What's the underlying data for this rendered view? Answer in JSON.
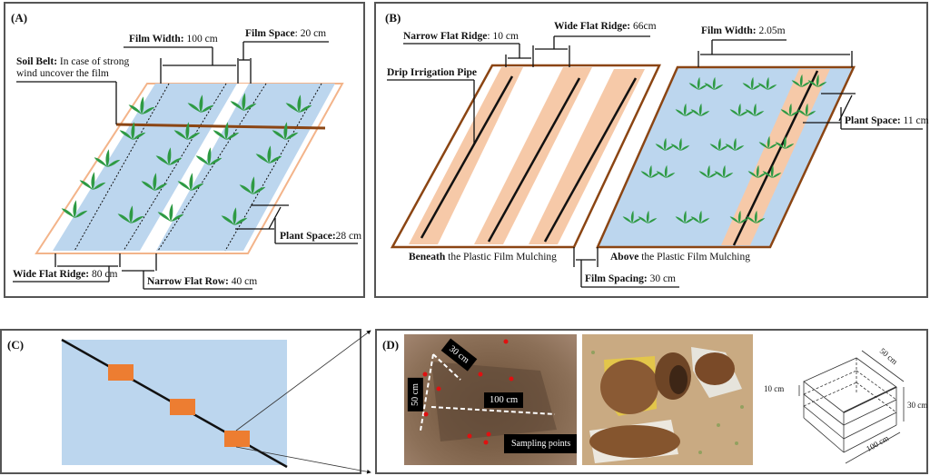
{
  "figure": {
    "panels": {
      "A": {
        "label": "(A)",
        "annotations": {
          "film_width": {
            "key": "Film Width:",
            "value": " 100 cm"
          },
          "film_space": {
            "key": "Film Space",
            "value": ": 20 cm"
          },
          "soil_belt": {
            "key": "Soil Belt:",
            "value": " In case of strong",
            "line2": "wind uncover the film"
          },
          "plant_space": {
            "key": "Plant Space:",
            "value": "28 cm"
          },
          "wide_flat_ridge": {
            "key": "Wide Flat Ridge:",
            "value": " 80 cm"
          },
          "narrow_flat_row": {
            "key": "Narrow Flat Row:",
            "value": " 40 cm"
          }
        }
      },
      "B": {
        "label": "(B)",
        "annotations": {
          "narrow_flat_ridge": {
            "key": "Narrow Flat Ridge",
            "value": ": 10 cm"
          },
          "wide_flat_ridge": {
            "key": "Wide Flat Ridge:",
            "value": " 66cm"
          },
          "drip_pipe": {
            "key": "Drip Irrigation Pipe",
            "value": ""
          },
          "film_width": {
            "key": "Film Width:",
            "value": " 2.05m"
          },
          "plant_space": {
            "key": "Plant Space:",
            "value": " 11 cm"
          },
          "beneath": {
            "key": "Beneath",
            "value": " the Plastic Film Mulching"
          },
          "above": {
            "key": "Above",
            "value": " the Plastic Film Mulching"
          },
          "film_spacing": {
            "key": "Film Spacing:",
            "value": " 30 cm"
          }
        }
      },
      "C": {
        "label": "(C)"
      },
      "D": {
        "label": "(D)",
        "photo_tags": {
          "d30": "30 cm",
          "d50": "50 cm",
          "d100": "100 cm",
          "sampling": "Sampling points"
        },
        "box_labels": {
          "layer": "10 cm",
          "depth": "30 cm",
          "width": "50 cm",
          "length": "100 cm"
        }
      }
    },
    "colors": {
      "film_blue": "#bcd6ee",
      "ridge_peach": "#f6c9a8",
      "border_brown": "#8b4513",
      "plant_green": "#2e9a44",
      "marker_orange": "#ed7d31",
      "sample_red": "#e01010",
      "panel_border": "#555555"
    }
  }
}
